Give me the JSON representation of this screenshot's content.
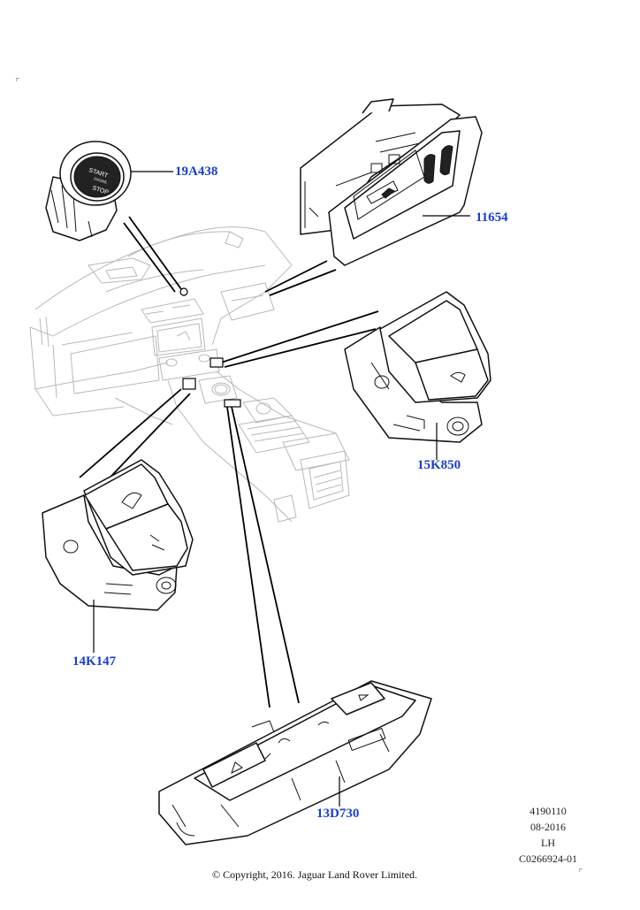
{
  "callouts": {
    "start_stop_switch": "19A438",
    "terrain_switch_pack": "11654",
    "right_switch": "15K850",
    "left_switch": "14K147",
    "rear_switch_panel": "13D730"
  },
  "meta": {
    "line1": "4190110",
    "line2": "08-2016",
    "line3": "LH",
    "line4": "C0266924-01"
  },
  "start_button": {
    "text_top": "START",
    "text_mid": "ENGINE",
    "text_bottom": "STOP"
  },
  "copyright": "© Copyright, 2016. Jaguar Land Rover Limited."
}
